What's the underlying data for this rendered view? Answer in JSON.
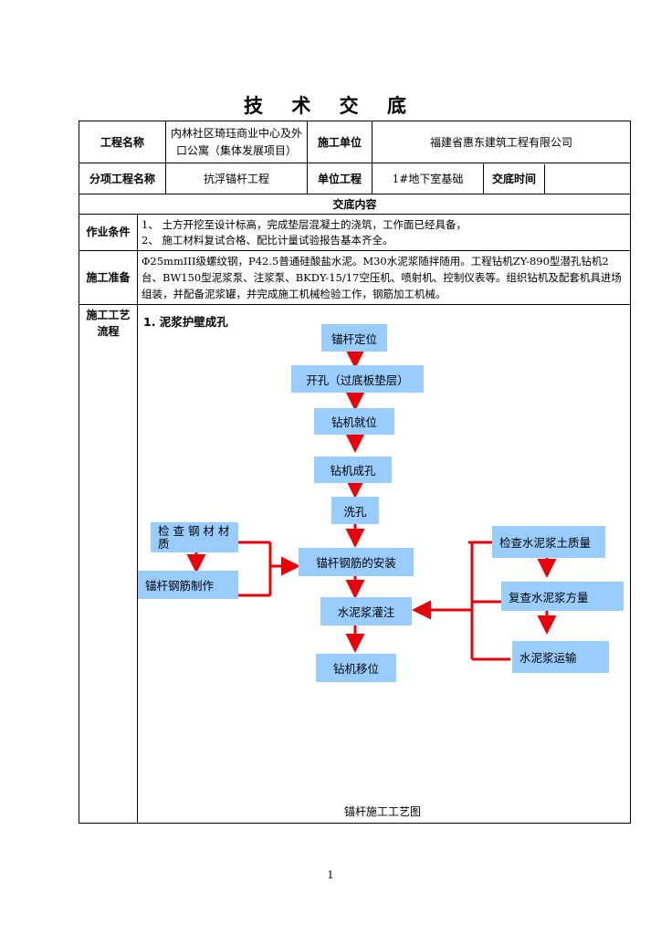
{
  "title": "技 术 交 底",
  "header": {
    "project_name_label": "工程名称",
    "project_name_value": "内林社区琦珏商业中心及外口公寓（集体发展项目）",
    "contractor_label": "施工单位",
    "contractor_value": "福建省惠东建筑工程有限公司",
    "sub_project_label": "分项工程名称",
    "sub_project_value": "抗浮锚杆工程",
    "unit_project_label": "单位工程",
    "unit_project_value": "1#地下室基础",
    "handover_time_label": "交底时间",
    "handover_time_value": ""
  },
  "content_header": "交底内容",
  "conditions": {
    "label": "作业条件",
    "lines": [
      "1、 土方开挖至设计标高，完成垫层混凝土的浇筑，工作面已经具备，",
      "2、 施工材料复试合格、配比计量试验报告基本齐全。"
    ]
  },
  "preparation": {
    "label": "施工准备",
    "text": "Φ25mmIII级螺纹钢，P42.5普通硅酸盐水泥。M30水泥浆随拌随用。工程钻机ZY-890型潜孔钻机2台、BW150型泥浆泵、注浆泵、BKDY-15/17空压机、喷射机、控制仪表等。组织钻机及配套机具进场组装，并配备泥浆罐，并完成施工机械检验工作，钢筋加工机械。"
  },
  "process": {
    "label": "施工工艺流程",
    "section_title": "1. 泥浆护壁成孔",
    "steps": {
      "s1": "锚杆定位",
      "s2": "开孔（过底板垫层）",
      "s3": "钻机就位",
      "s4": "钻机成孔",
      "s5": "洗孔",
      "s6": "锚杆钢筋的安装",
      "s7": "水泥浆灌注",
      "s8": "钻机移位",
      "l1": "检 查 钢 材 材质",
      "l2": "锚杆钢筋制作",
      "r1": "检查水泥浆土质量",
      "r2": "复查水泥浆方量",
      "r3": "水泥浆运输"
    },
    "caption": "锚杆施工工艺图"
  },
  "colors": {
    "box": "#99ccff",
    "arrow": "#e8000b"
  },
  "page_number": "1"
}
